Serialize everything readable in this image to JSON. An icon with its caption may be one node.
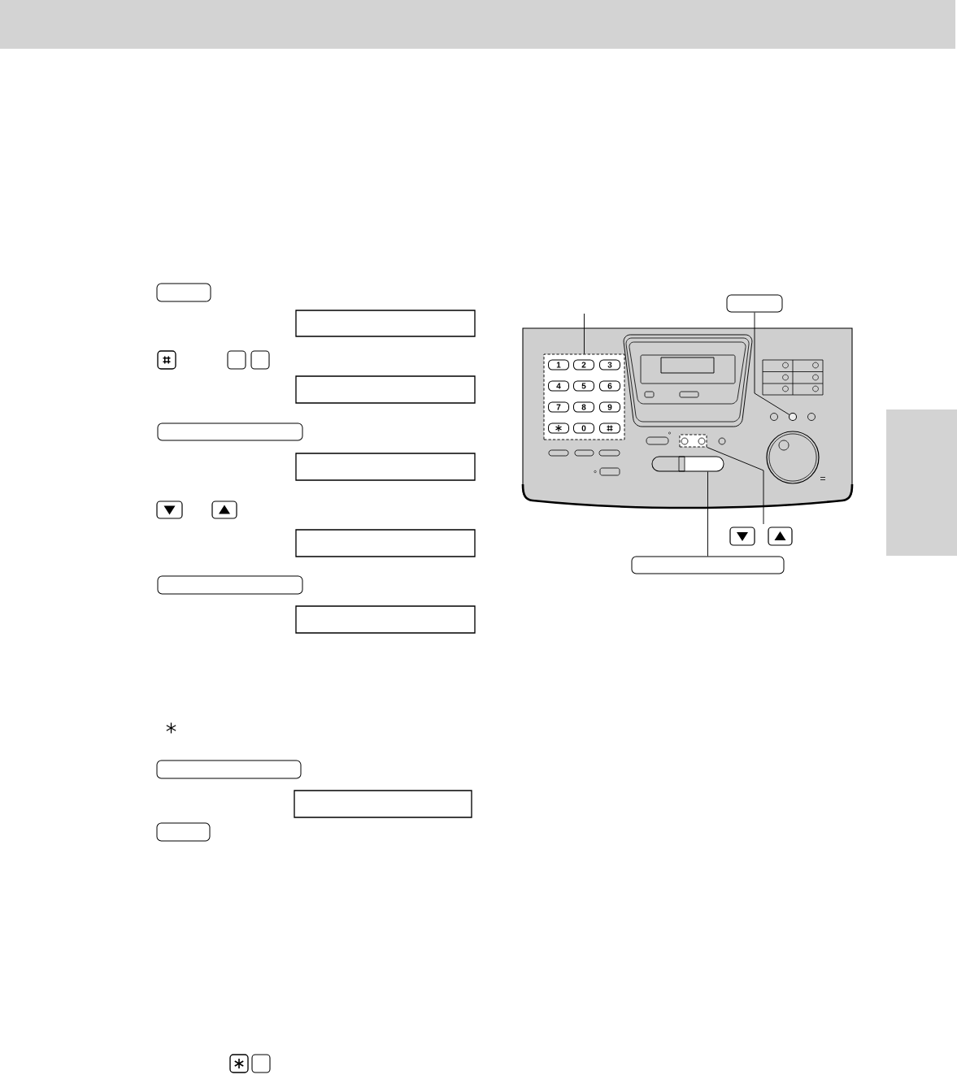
{
  "diagram": {
    "nodes": [
      {
        "text": [],
        "shape": "box"
      },
      {
        "text": [],
        "shape": "box"
      },
      {
        "text": [],
        "shape": "box"
      },
      {
        "text": [],
        "shape": "box"
      },
      {
        "text": [],
        "shape": "box"
      },
      {
        "text": [],
        "shape": "box"
      },
      {
        "text": [],
        "shape": "box"
      },
      {
        "text": [],
        "shape": "box"
      },
      {
        "text": [],
        "shape": "box"
      },
      {
        "text": [],
        "shape": "box"
      },
      {
        "text": [],
        "shape": "box"
      },
      {
        "text": [],
        "shape": "box"
      },
      {
        "text": [],
        "shape": "box"
      },
      {
        "text": [
          "1"
        ],
        "in": 12
      },
      {
        "text": [
          "2"
        ],
        "in": 12
      },
      {
        "text": [
          "3"
        ],
        "in": 12
      },
      {
        "text": [
          "4"
        ],
        "in": 12
      },
      {
        "text": [
          "5"
        ],
        "in": 12
      },
      {
        "text": [
          "6"
        ],
        "in": 12
      },
      {
        "text": [
          "7"
        ],
        "in": 12
      },
      {
        "text": [
          "8"
        ],
        "in": 12
      },
      {
        "text": [
          "9"
        ],
        "in": 12
      },
      {
        "text": [],
        "shape": "box",
        "in": 12
      },
      {
        "text": [
          "0"
        ],
        "in": 12
      },
      {
        "text": [],
        "shape": "box",
        "in": 12
      },
      {
        "text": [],
        "shape": "circle"
      },
      {
        "text": [],
        "shape": "box"
      },
      {
        "text": [],
        "shape": "box"
      },
      {
        "text": [],
        "shape": "box"
      },
      {
        "text": [],
        "shape": "box"
      }
    ],
    "edges": [
      {
        "from": null,
        "to": 12,
        "arrow": "none"
      },
      {
        "from": 11,
        "to": 25,
        "arrow": "none"
      },
      {
        "from": null,
        "to": 26,
        "arrow": "none"
      },
      {
        "from": 28,
        "to": 27,
        "arrow": "none"
      }
    ]
  }
}
